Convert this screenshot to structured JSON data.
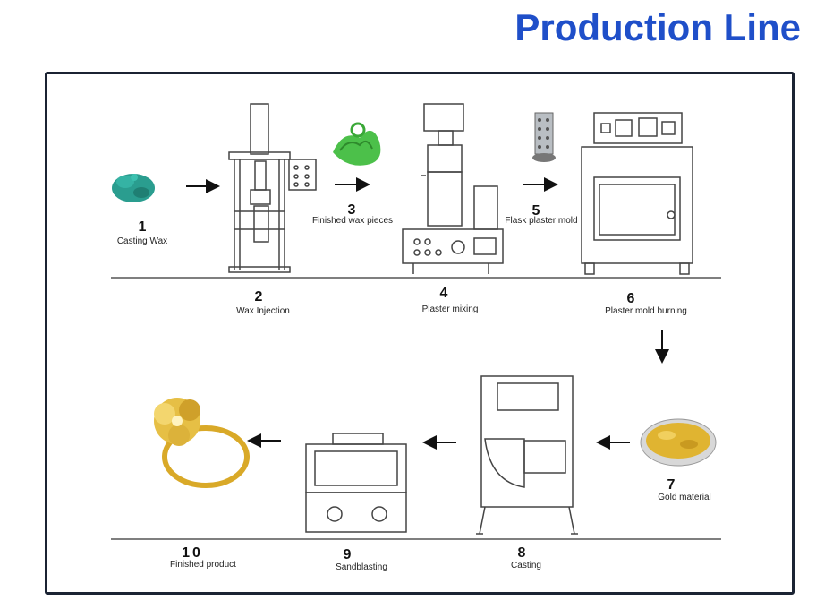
{
  "title": "Production Line",
  "steps": [
    {
      "number": "1",
      "label": "Casting Wax"
    },
    {
      "number": "2",
      "label": "Wax Injection"
    },
    {
      "number": "3",
      "label": "Finished wax pieces"
    },
    {
      "number": "4",
      "label": "Plaster mixing"
    },
    {
      "number": "5",
      "label": "Flask plaster mold"
    },
    {
      "number": "6",
      "label": "Plaster mold burning"
    },
    {
      "number": "7",
      "label": "Gold material"
    },
    {
      "number": "8",
      "label": "Casting"
    },
    {
      "number": "9",
      "label": "Sandblasting"
    },
    {
      "number": "10",
      "label": "Finished product"
    }
  ],
  "colors": {
    "title": "#1f4fc9",
    "frame": "#1b2333",
    "line": "#555555",
    "wax": "#2a9d8f",
    "gold": "#e0b431"
  }
}
